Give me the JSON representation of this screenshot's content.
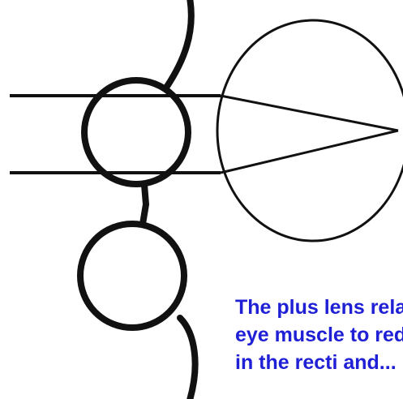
{
  "caption": {
    "lines": [
      "The plus lens relaxes the",
      "eye muscle to reduce strain",
      "in the recti and..."
    ],
    "color": "#1f1fd6"
  },
  "colors": {
    "ink": "#111111",
    "background": "#ffffff"
  }
}
